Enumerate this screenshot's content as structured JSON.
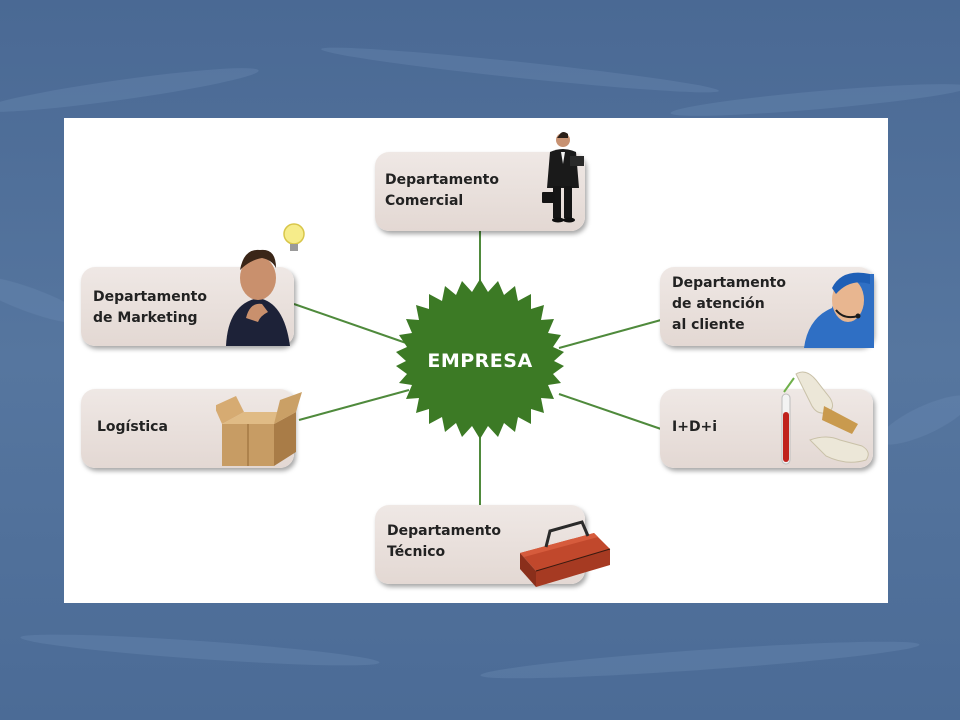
{
  "diagram": {
    "center": {
      "label": "EMPRESA",
      "color": "#3c7a25"
    },
    "connector_color": "#4f8a3c",
    "nodes": {
      "comercial": {
        "label": "Departamento\nComercial",
        "icon": "businessman-icon"
      },
      "marketing": {
        "label": "Departamento\n de Marketing",
        "icon": "thinking-man-icon"
      },
      "atencion": {
        "label": "Departamento\nde atención\nal cliente",
        "icon": "headset-agent-icon"
      },
      "logistica": {
        "label": "Logística",
        "icon": "cardboard-box-icon"
      },
      "idi": {
        "label": "I+D+i",
        "icon": "test-tube-icon"
      },
      "tecnico": {
        "label": "Departamento\nTécnico",
        "icon": "toolbox-icon"
      }
    }
  }
}
